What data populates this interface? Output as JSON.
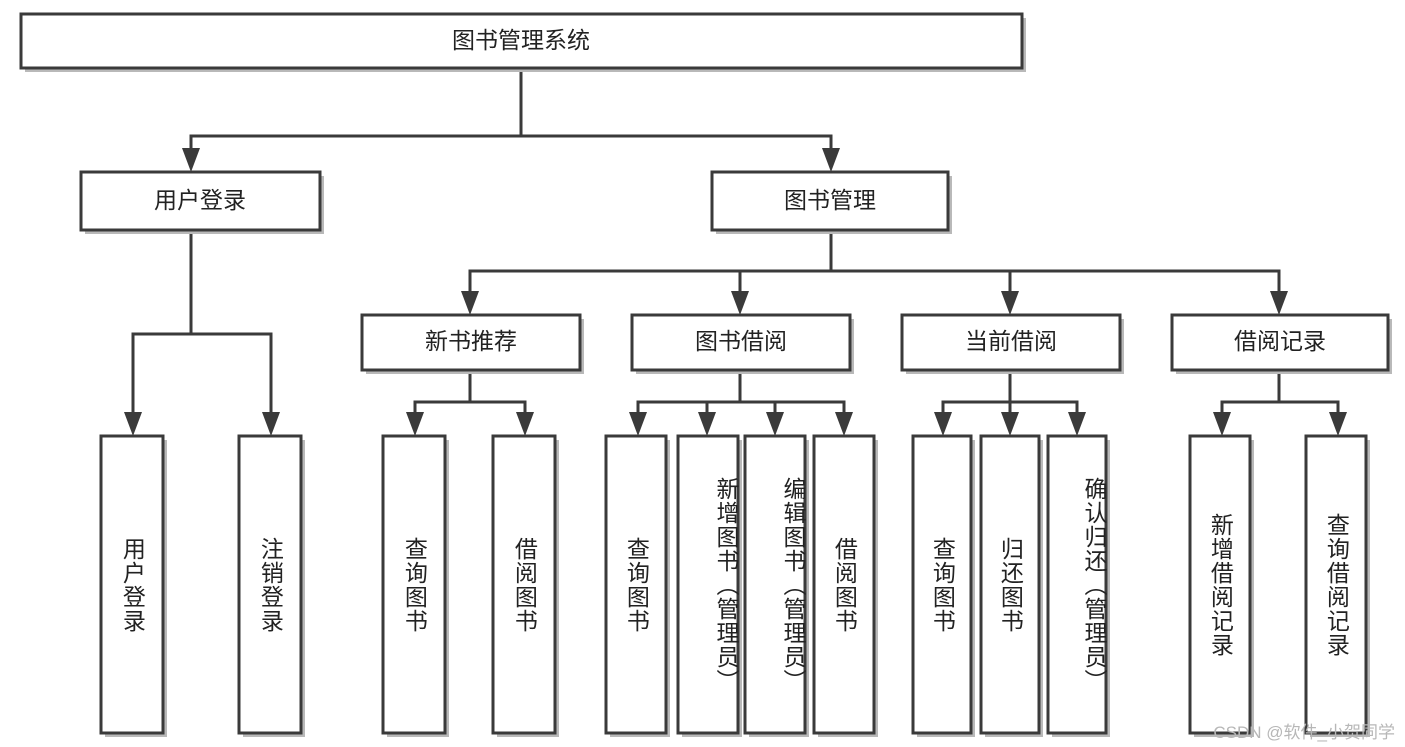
{
  "diagram": {
    "type": "tree-hierarchy",
    "title": "图书管理系统",
    "watermark": "CSDN @软件_小贺同学",
    "colors": {
      "box_fill": "#ffffff",
      "box_stroke": "#3a3a3a",
      "text": "#222222",
      "shadow": "#b9b9b9",
      "watermark": "#b7b7b7",
      "background": "#ffffff"
    },
    "root": {
      "label": "图书管理系统"
    },
    "level2": [
      {
        "label": "用户登录"
      },
      {
        "label": "图书管理"
      }
    ],
    "level3": [
      {
        "label": "新书推荐"
      },
      {
        "label": "图书借阅"
      },
      {
        "label": "当前借阅"
      },
      {
        "label": "借阅记录"
      }
    ],
    "leaves": {
      "user_login": [
        {
          "label": "用户登录"
        },
        {
          "label": "注销登录"
        }
      ],
      "new_book": [
        {
          "label": "查询图书"
        },
        {
          "label": "借阅图书"
        }
      ],
      "book_borrow": [
        {
          "label": "查询图书"
        },
        {
          "label": "新增图书（管理员）"
        },
        {
          "label": "编辑图书（管理员）"
        },
        {
          "label": "借阅图书"
        }
      ],
      "current_borrow": [
        {
          "label": "查询图书"
        },
        {
          "label": "归还图书"
        },
        {
          "label": "确认归还（管理员）"
        }
      ],
      "borrow_record": [
        {
          "label": "新增借阅记录"
        },
        {
          "label": "查询借阅记录"
        }
      ]
    }
  }
}
